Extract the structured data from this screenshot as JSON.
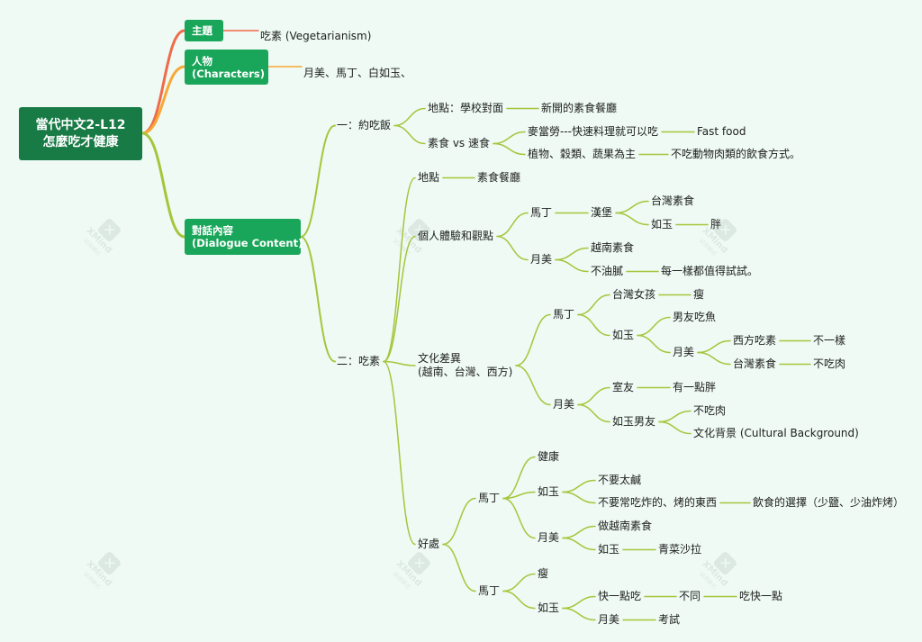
{
  "root": {
    "line1": "當代中文2-L12",
    "line2": "怎麼吃才健康"
  },
  "topics": [
    {
      "id": "t_theme",
      "lines": [
        "主題"
      ]
    },
    {
      "id": "t_chars",
      "lines": [
        "人物",
        "(Characters)"
      ]
    },
    {
      "id": "t_dialogue",
      "lines": [
        "對話內容",
        "(Dialogue Content)"
      ]
    }
  ],
  "nodes": [
    {
      "id": "theme_v",
      "text": "吃素 (Vegetarianism)"
    },
    {
      "id": "chars_v",
      "text": "月美、馬丁、白如玉、"
    },
    {
      "id": "s1",
      "text": "一：約吃飯"
    },
    {
      "id": "s1_place",
      "text": "地點：學校對面"
    },
    {
      "id": "s1_place_v",
      "text": "新開的素食餐廳"
    },
    {
      "id": "s1_vs",
      "text": "素食 vs 速食"
    },
    {
      "id": "s1_mcd",
      "text": "麥當勞---快速料理就可以吃"
    },
    {
      "id": "s1_ff",
      "text": "Fast food"
    },
    {
      "id": "s1_plants",
      "text": "植物、穀類、蔬果為主"
    },
    {
      "id": "s1_nomeat",
      "text": "不吃動物肉類的飲食方式。"
    },
    {
      "id": "s2",
      "text": "二：吃素"
    },
    {
      "id": "s2_place",
      "text": "地點"
    },
    {
      "id": "s2_place_v",
      "text": "素食餐廳"
    },
    {
      "id": "s2_exp",
      "text": "個人體驗和觀點"
    },
    {
      "id": "e_martin",
      "text": "馬丁"
    },
    {
      "id": "e_burger",
      "text": "漢堡"
    },
    {
      "id": "e_twveg",
      "text": "台灣素食"
    },
    {
      "id": "e_ruyu",
      "text": "如玉"
    },
    {
      "id": "e_fat",
      "text": "胖"
    },
    {
      "id": "e_yuemei",
      "text": "月美"
    },
    {
      "id": "e_vnveg",
      "text": "越南素食"
    },
    {
      "id": "e_nogreasy",
      "text": "不油膩"
    },
    {
      "id": "e_worth",
      "text": "每一樣都值得試試。"
    },
    {
      "id": "s2_culture",
      "text": "文化差異",
      "text2": "(越南、台灣、西方)"
    },
    {
      "id": "c_martin",
      "text": "馬丁"
    },
    {
      "id": "c_twgirl",
      "text": "台灣女孩"
    },
    {
      "id": "c_thin",
      "text": "瘦"
    },
    {
      "id": "c_ruyu",
      "text": "如玉"
    },
    {
      "id": "c_bffish",
      "text": "男友吃魚"
    },
    {
      "id": "c_yuemei_sub",
      "text": "月美"
    },
    {
      "id": "c_west",
      "text": "西方吃素"
    },
    {
      "id": "c_diff",
      "text": "不一樣"
    },
    {
      "id": "c_twveg",
      "text": "台灣素食"
    },
    {
      "id": "c_nomeat",
      "text": "不吃肉"
    },
    {
      "id": "c_yuemei",
      "text": "月美"
    },
    {
      "id": "c_roommate",
      "text": "室友"
    },
    {
      "id": "c_bitfat",
      "text": "有一點胖"
    },
    {
      "id": "c_ruyubf",
      "text": "如玉男友"
    },
    {
      "id": "c_nomeat2",
      "text": "不吃肉"
    },
    {
      "id": "c_cultbg",
      "text": "文化背景 (Cultural Background)"
    },
    {
      "id": "s2_benefit",
      "text": "好處"
    },
    {
      "id": "b1_martin",
      "text": "馬丁"
    },
    {
      "id": "b1_health",
      "text": "健康"
    },
    {
      "id": "b1_ruyu",
      "text": "如玉"
    },
    {
      "id": "b1_salty",
      "text": "不要太鹹"
    },
    {
      "id": "b1_fried",
      "text": "不要常吃炸的、烤的東西"
    },
    {
      "id": "b1_choice",
      "text": "飲食的選擇（少鹽、少油炸烤）"
    },
    {
      "id": "b1_yuemei",
      "text": "月美"
    },
    {
      "id": "b1_vn",
      "text": "做越南素食"
    },
    {
      "id": "b1_ruyu2",
      "text": "如玉"
    },
    {
      "id": "b1_salad",
      "text": "青菜沙拉"
    },
    {
      "id": "b2_martin",
      "text": "馬丁"
    },
    {
      "id": "b2_thin",
      "text": "瘦"
    },
    {
      "id": "b2_ruyu",
      "text": "如玉"
    },
    {
      "id": "b2_faster",
      "text": "快一點吃"
    },
    {
      "id": "b2_diff",
      "text": "不同"
    },
    {
      "id": "b2_eatfast",
      "text": "吃快一點"
    },
    {
      "id": "b2_yuemei",
      "text": "月美"
    },
    {
      "id": "b2_exam",
      "text": "考試"
    }
  ],
  "watermark": {
    "brand": "XMind",
    "sub": "試用模式"
  },
  "colors": {
    "background": "#eefaf3",
    "root": "#187a45",
    "topic": "#1aa65a",
    "branch_red": "#ef6b4b",
    "branch_orange": "#f7a836",
    "branch_green": "#a6c53c"
  }
}
